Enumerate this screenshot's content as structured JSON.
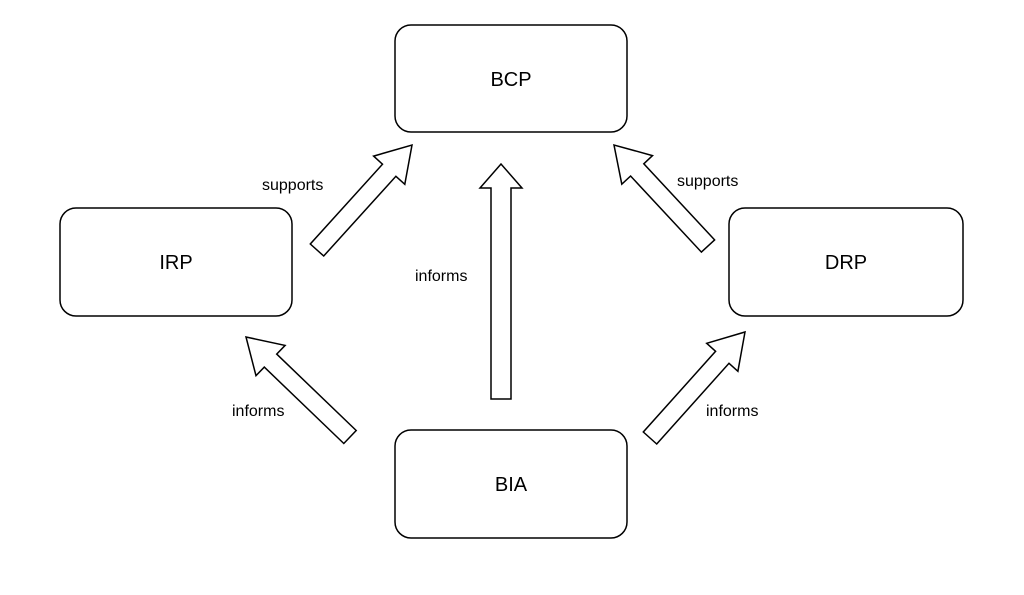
{
  "diagram": {
    "nodes": {
      "bcp": {
        "label": "BCP"
      },
      "irp": {
        "label": "IRP"
      },
      "drp": {
        "label": "DRP"
      },
      "bia": {
        "label": "BIA"
      }
    },
    "edges": {
      "irp_to_bcp": {
        "from": "IRP",
        "to": "BCP",
        "label": "supports"
      },
      "drp_to_bcp": {
        "from": "DRP",
        "to": "BCP",
        "label": "supports"
      },
      "bia_to_bcp": {
        "from": "BIA",
        "to": "BCP",
        "label": "informs"
      },
      "bia_to_irp": {
        "from": "BIA",
        "to": "IRP",
        "label": "informs"
      },
      "bia_to_drp": {
        "from": "BIA",
        "to": "DRP",
        "label": "informs"
      }
    }
  }
}
